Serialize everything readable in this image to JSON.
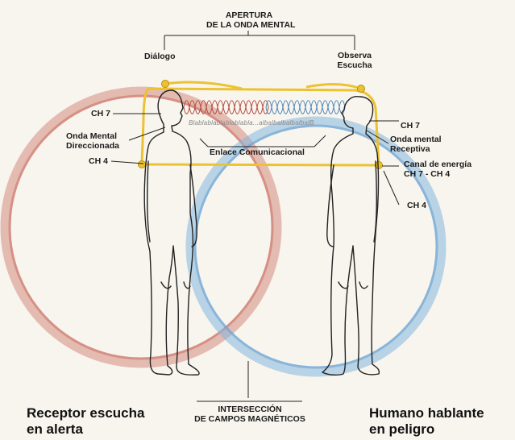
{
  "labels": {
    "apertura_line1": "APERTURA",
    "apertura_line2": "DE LA ONDA MENTAL",
    "dialogo": "Diálogo",
    "observa": "Observa",
    "escucha": "Escucha",
    "ch7_left": "CH 7",
    "onda_dir_1": "Onda Mental",
    "onda_dir_2": "Direccionada",
    "ch4_left": "CH 4",
    "enlace": "Enlace Comunicacional",
    "blabla": "Blablablablablablabla...albalbalbalbalbalB",
    "ch7_right": "CH 7",
    "onda_rec_1": "Onda mental",
    "onda_rec_2": "Receptiva",
    "canal_1": "Canal de energía",
    "canal_2": "CH 7 - CH 4",
    "ch4_right": "CH 4",
    "inter_1": "INTERSECCIÓN",
    "inter_2": "DE CAMPOS MAGNÉTICOS",
    "receptor_1": "Receptor escucha",
    "receptor_2": "en alerta",
    "humano_1": "Humano hablante",
    "humano_2": "en peligro"
  },
  "colors": {
    "red_field": "#cf7b70",
    "blue_field": "#6ea8d6",
    "yellow_channel": "#ecc230",
    "line": "#2a2a2a",
    "background": "#f8f5ee"
  }
}
